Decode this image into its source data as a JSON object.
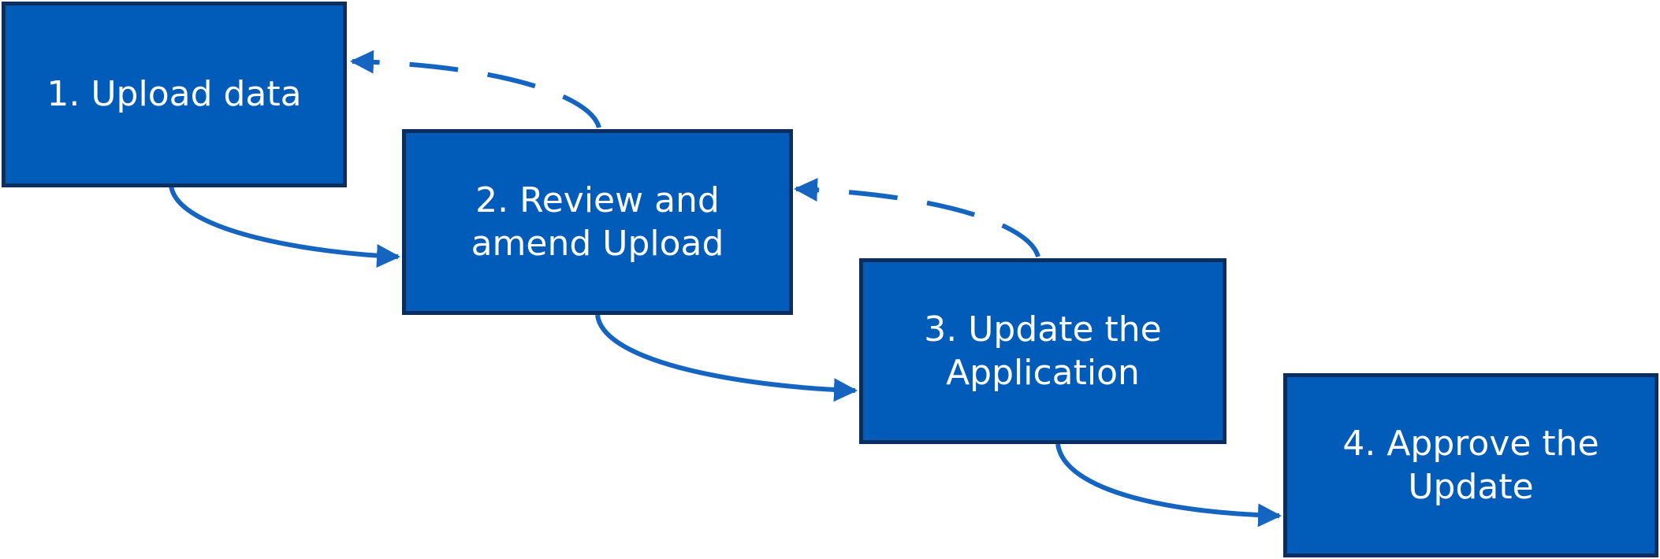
{
  "colors": {
    "box_fill": "#015cb9",
    "box_border": "#0b2e5f",
    "arrow": "#1565c0",
    "text": "#ffffff"
  },
  "steps": [
    {
      "label": "1. Upload data"
    },
    {
      "label": "2. Review and amend Upload"
    },
    {
      "label": "3. Update the Application"
    },
    {
      "label": "4. Approve the Update"
    }
  ],
  "connectors": [
    {
      "from": "1. Upload data",
      "to": "2. Review and amend Upload",
      "style": "solid",
      "direction": "forward"
    },
    {
      "from": "2. Review and amend Upload",
      "to": "3. Update the Application",
      "style": "solid",
      "direction": "forward"
    },
    {
      "from": "3. Update the Application",
      "to": "4. Approve the Update",
      "style": "solid",
      "direction": "forward"
    },
    {
      "from": "2. Review and amend Upload",
      "to": "1. Upload data",
      "style": "dashed",
      "direction": "back"
    },
    {
      "from": "3. Update the Application",
      "to": "2. Review and amend Upload",
      "style": "dashed",
      "direction": "back"
    }
  ]
}
